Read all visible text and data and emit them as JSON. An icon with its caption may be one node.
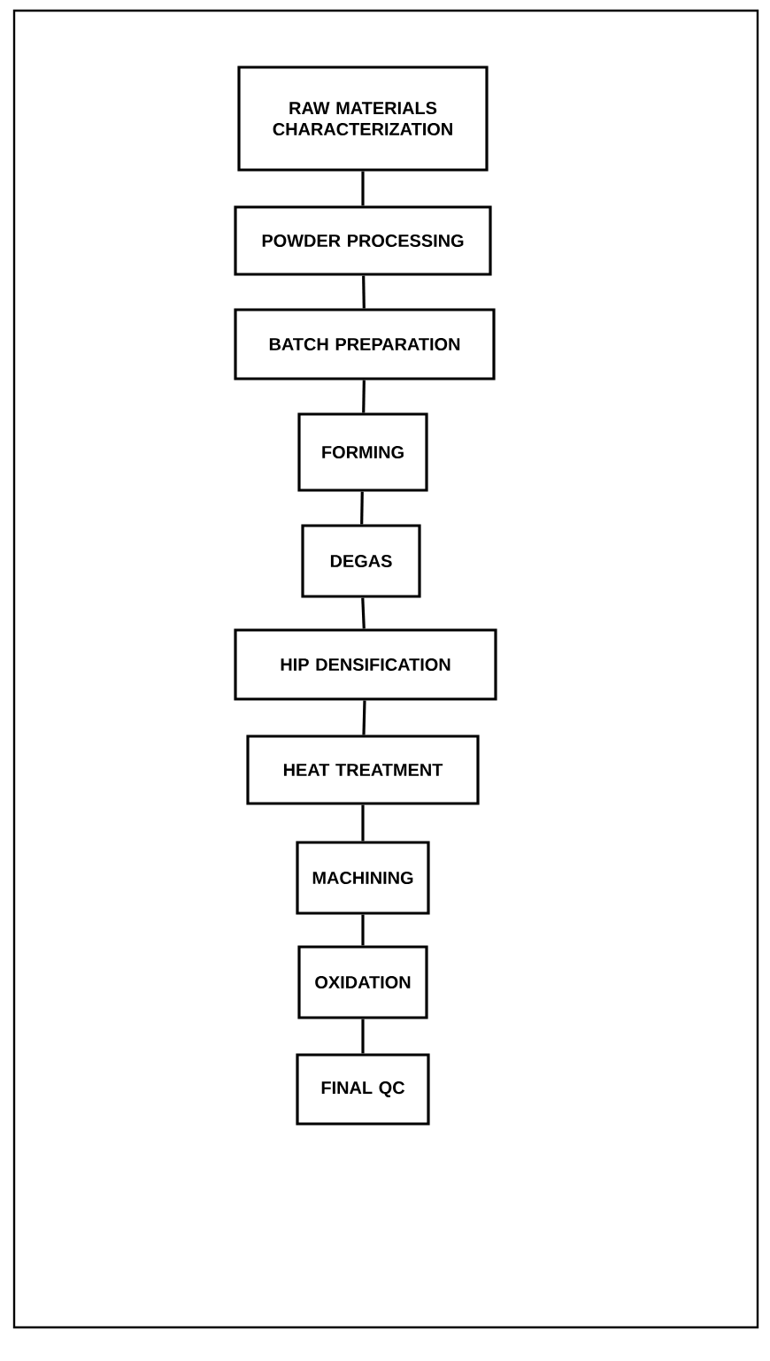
{
  "diagram": {
    "nodes": [
      {
        "text": [
          "RAW MATERIALS CHARACTERIZATION"
        ]
      },
      {
        "text": [
          "POWDER PROCESSING"
        ]
      },
      {
        "text": [
          "BATCH PREPARATION"
        ]
      },
      {
        "text": [
          "FORMING"
        ]
      },
      {
        "text": [
          "DEGAS"
        ]
      },
      {
        "text": [
          "HIP DENSIFICATION"
        ]
      },
      {
        "text": [
          "HEAT TREATMENT"
        ]
      },
      {
        "text": [
          "MACHINING"
        ]
      },
      {
        "text": [
          "OXIDATION"
        ]
      },
      {
        "text": [
          "FINAL QC"
        ]
      }
    ],
    "edges": [
      {
        "from": 0,
        "to": 1,
        "arrow": "none"
      },
      {
        "from": 1,
        "to": 2,
        "arrow": "none"
      },
      {
        "from": 2,
        "to": 3,
        "arrow": "none"
      },
      {
        "from": 3,
        "to": 4,
        "arrow": "none"
      },
      {
        "from": 4,
        "to": 5,
        "arrow": "none"
      },
      {
        "from": 5,
        "to": 6,
        "arrow": "none"
      },
      {
        "from": 6,
        "to": 7,
        "arrow": "none"
      },
      {
        "from": 7,
        "to": 8,
        "arrow": "none"
      },
      {
        "from": 8,
        "to": 9,
        "arrow": "none"
      }
    ]
  }
}
